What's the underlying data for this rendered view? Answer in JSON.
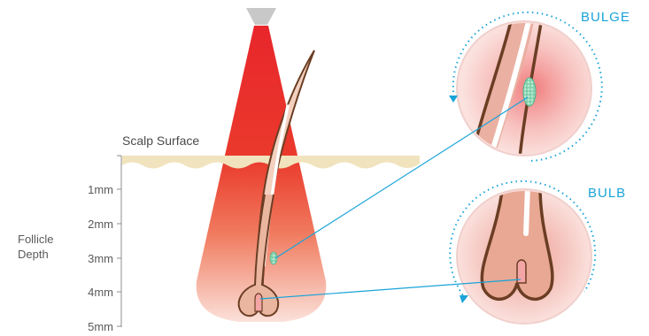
{
  "scalp": {
    "label": "Scalp Surface"
  },
  "depth_axis": {
    "label_line1": "Follicle",
    "label_line2": "Depth",
    "ticks": [
      "1mm",
      "2mm",
      "3mm",
      "4mm",
      "5mm"
    ]
  },
  "callouts": {
    "bulge": "BULGE",
    "bulb": "BULB"
  },
  "colors": {
    "beam_red": "#e8262b",
    "beam_fade": "#fbe1da",
    "scalp_band": "#f1e3bd",
    "hair_outline": "#6b3e24",
    "hair_fill": "#ebb6a0",
    "bulge_green": "#7ccfa7",
    "callout_blue": "#1aa3d8",
    "lamp_gray": "#c8c8c8"
  },
  "icons": [
    "lamp-icon",
    "rotate-arrow-icon"
  ]
}
